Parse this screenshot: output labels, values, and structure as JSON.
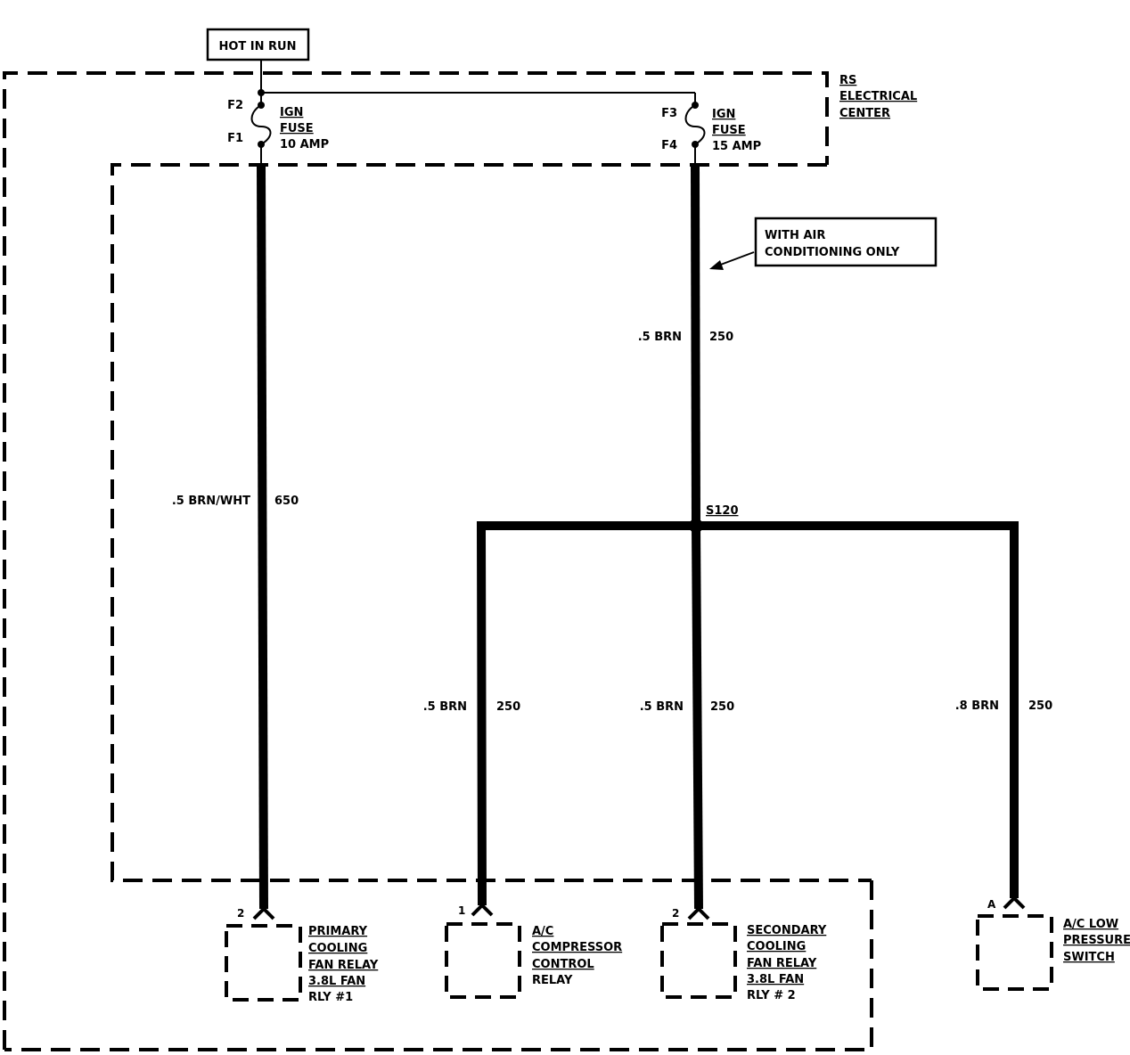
{
  "colors": {
    "ink": "#000000",
    "paper": "#ffffff"
  },
  "header_box": {
    "text": "HOT IN RUN"
  },
  "electrical_center": {
    "lines": [
      "RS",
      "ELECTRICAL",
      "CENTER"
    ]
  },
  "fuse_left": {
    "top_terminal": "F2",
    "bottom_terminal": "F1",
    "lines": [
      "IGN",
      "FUSE",
      "10 AMP"
    ]
  },
  "fuse_right": {
    "top_terminal": "F3",
    "bottom_terminal": "F4",
    "lines": [
      "IGN",
      "FUSE",
      "15 AMP"
    ]
  },
  "note_box": {
    "lines": [
      "WITH AIR",
      "CONDITIONING ONLY"
    ]
  },
  "wires": {
    "left_main": {
      "gauge": ".5 BRN/WHT",
      "circuit": "650"
    },
    "right_main": {
      "gauge": ".5 BRN",
      "circuit": "250"
    },
    "branch_left": {
      "gauge": ".5 BRN",
      "circuit": "250"
    },
    "branch_mid": {
      "gauge": ".5 BRN",
      "circuit": "250"
    },
    "branch_right": {
      "gauge": ".8 BRN",
      "circuit": "250"
    }
  },
  "splice": {
    "label": "S120"
  },
  "components": [
    {
      "pin": "2",
      "lines": [
        "PRIMARY",
        "COOLING",
        "FAN RELAY",
        "3.8L FAN",
        "RLY #1"
      ]
    },
    {
      "pin": "1",
      "lines": [
        "A/C",
        "COMPRESSOR",
        "CONTROL",
        "RELAY"
      ]
    },
    {
      "pin": "2",
      "lines": [
        "SECONDARY",
        "COOLING",
        "FAN RELAY",
        "3.8L FAN",
        "RLY # 2"
      ]
    },
    {
      "pin": "A",
      "lines": [
        "A/C LOW",
        "PRESSURE",
        "SWITCH"
      ]
    }
  ]
}
